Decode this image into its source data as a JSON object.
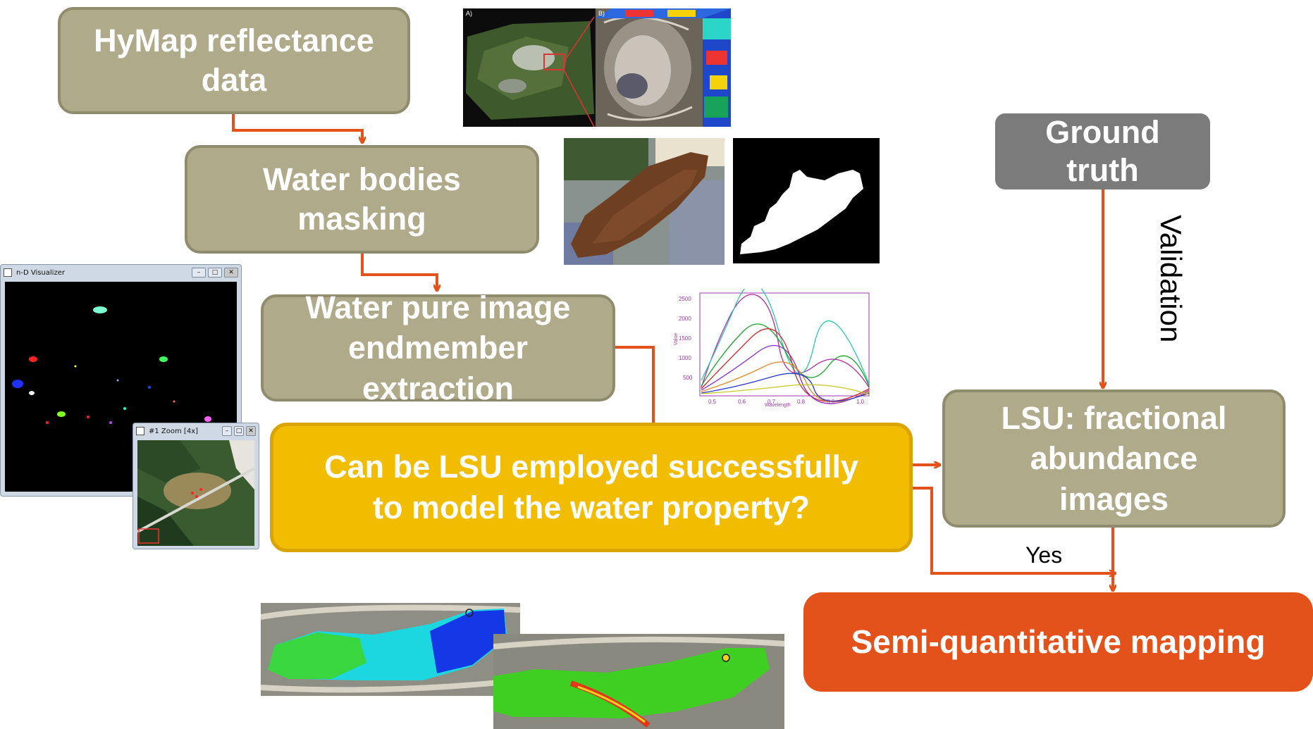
{
  "boxes": {
    "hymap": "HyMap reflectance\ndata",
    "masking": "Water bodies\nmasking",
    "endmember": "Water pure image\nendmember\nextraction",
    "question": "Can be LSU employed successfully\nto model the water property?",
    "ground_truth": "Ground\ntruth",
    "lsu": "LSU: fractional\nabundance\nimages",
    "semi": "Semi-quantitative mapping"
  },
  "labels": {
    "validation": "Validation",
    "yes": "Yes"
  },
  "ndvis_window": {
    "title": "n-D Visualizer"
  },
  "zoom_window": {
    "title": "#1 Zoom [4x]"
  },
  "hymap_panels": {
    "a": "A)",
    "b": "B)"
  },
  "spectra_chart": {
    "y_ticks": [
      "2500",
      "2000",
      "1500",
      "1000",
      "500"
    ],
    "x_ticks": [
      "0.5",
      "0.6",
      "0.7",
      "0.8",
      "0.9",
      "1.0"
    ],
    "ylabel": "Value",
    "xlabel": "Wavelength"
  },
  "colors": {
    "olive": "#aeaa8a",
    "gray": "#7b7b7b",
    "gold": "#f2bd00",
    "orange": "#e4521c",
    "arrow": "#e4521c"
  }
}
